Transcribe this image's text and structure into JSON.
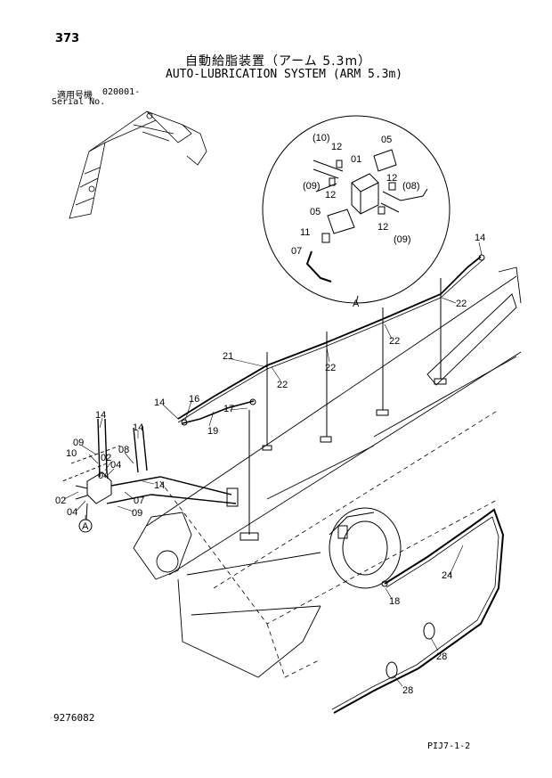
{
  "header": {
    "page_number": "373",
    "title_jp": "自動給脂装置（アーム 5.3m）",
    "title_en": "AUTO-LUBRICATION SYSTEM (ARM 5.3m)",
    "serial_label_jp": "適用号機",
    "serial_code": "020001-",
    "serial_label_en": "Serial No."
  },
  "footer": {
    "part_number": "9276082",
    "page_ref": "PIJ7-1-2"
  },
  "detail_view": {
    "label": "A",
    "callouts": [
      "(10)",
      "12",
      "05",
      "01",
      "(09)",
      "12",
      "12",
      "(08)",
      "05",
      "12",
      "11",
      "(09)",
      "07"
    ]
  },
  "main_callouts": [
    "14",
    "22",
    "22",
    "22",
    "21",
    "22",
    "14",
    "16",
    "17",
    "19",
    "14",
    "14",
    "09",
    "10",
    "08",
    "02",
    "04",
    "04",
    "14",
    "02",
    "04",
    "07",
    "09",
    "A",
    "24",
    "18",
    "28",
    "28"
  ]
}
